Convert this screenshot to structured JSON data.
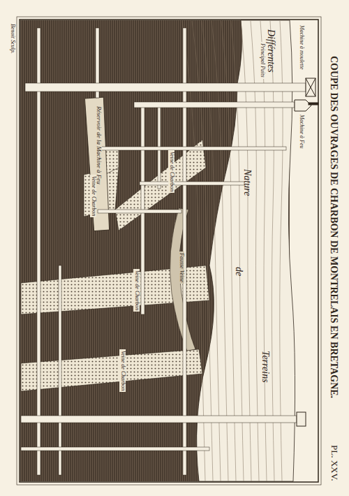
{
  "diagram": {
    "title": "COUPE DES OUVRAGES DE CHARBON DE MONTRELAIS EN BRETAGNE.",
    "labels": [
      "PL. XXV.",
      "Différentes",
      "Nature",
      "de",
      "Terreins",
      "Machine à moulette",
      "Machine à Feu",
      "Principal Puits",
      "Réservoir de la Machine à Feu",
      "Veine de Charbon",
      "Veine de Charbon",
      "Fausse Veine",
      "Veine de Charbon",
      "Veine de Charbon",
      "Benoit Sculp."
    ]
  }
}
